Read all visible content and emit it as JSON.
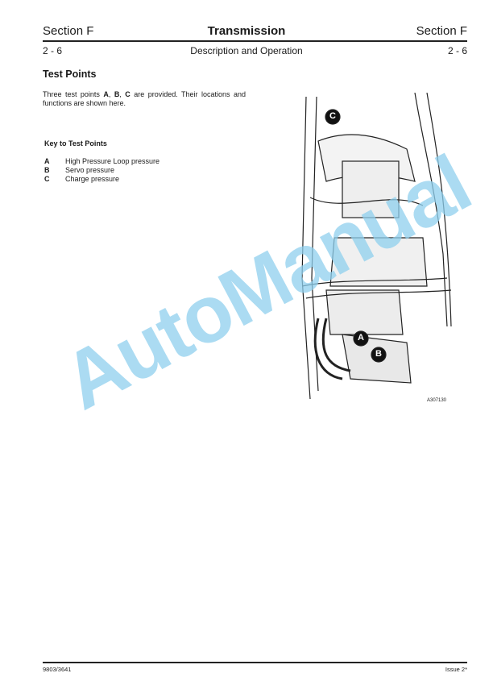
{
  "header": {
    "section_left": "Section F",
    "title": "Transmission",
    "section_right": "Section F",
    "page_left": "2 - 6",
    "subtitle": "Description and Operation",
    "page_right": "2 - 6"
  },
  "content": {
    "heading": "Test Points",
    "intro_pre": "Three test points ",
    "intro_a": "A",
    "intro_sep1": ", ",
    "intro_b": "B",
    "intro_sep2": ", ",
    "intro_c": "C",
    "intro_post": " are provided. Their locations and functions are shown here.",
    "key_title": "Key  to Test Points",
    "key": [
      {
        "letter": "A",
        "label": "High Pressure Loop pressure"
      },
      {
        "letter": "B",
        "label": "Servo pressure"
      },
      {
        "letter": "C",
        "label": "Charge pressure"
      }
    ]
  },
  "figure": {
    "callouts": [
      "A",
      "B",
      "C"
    ],
    "ref": "A307130"
  },
  "watermark": "AutoManual",
  "footer": {
    "doc_number": "9803/3641",
    "issue": "Issue 2*"
  }
}
